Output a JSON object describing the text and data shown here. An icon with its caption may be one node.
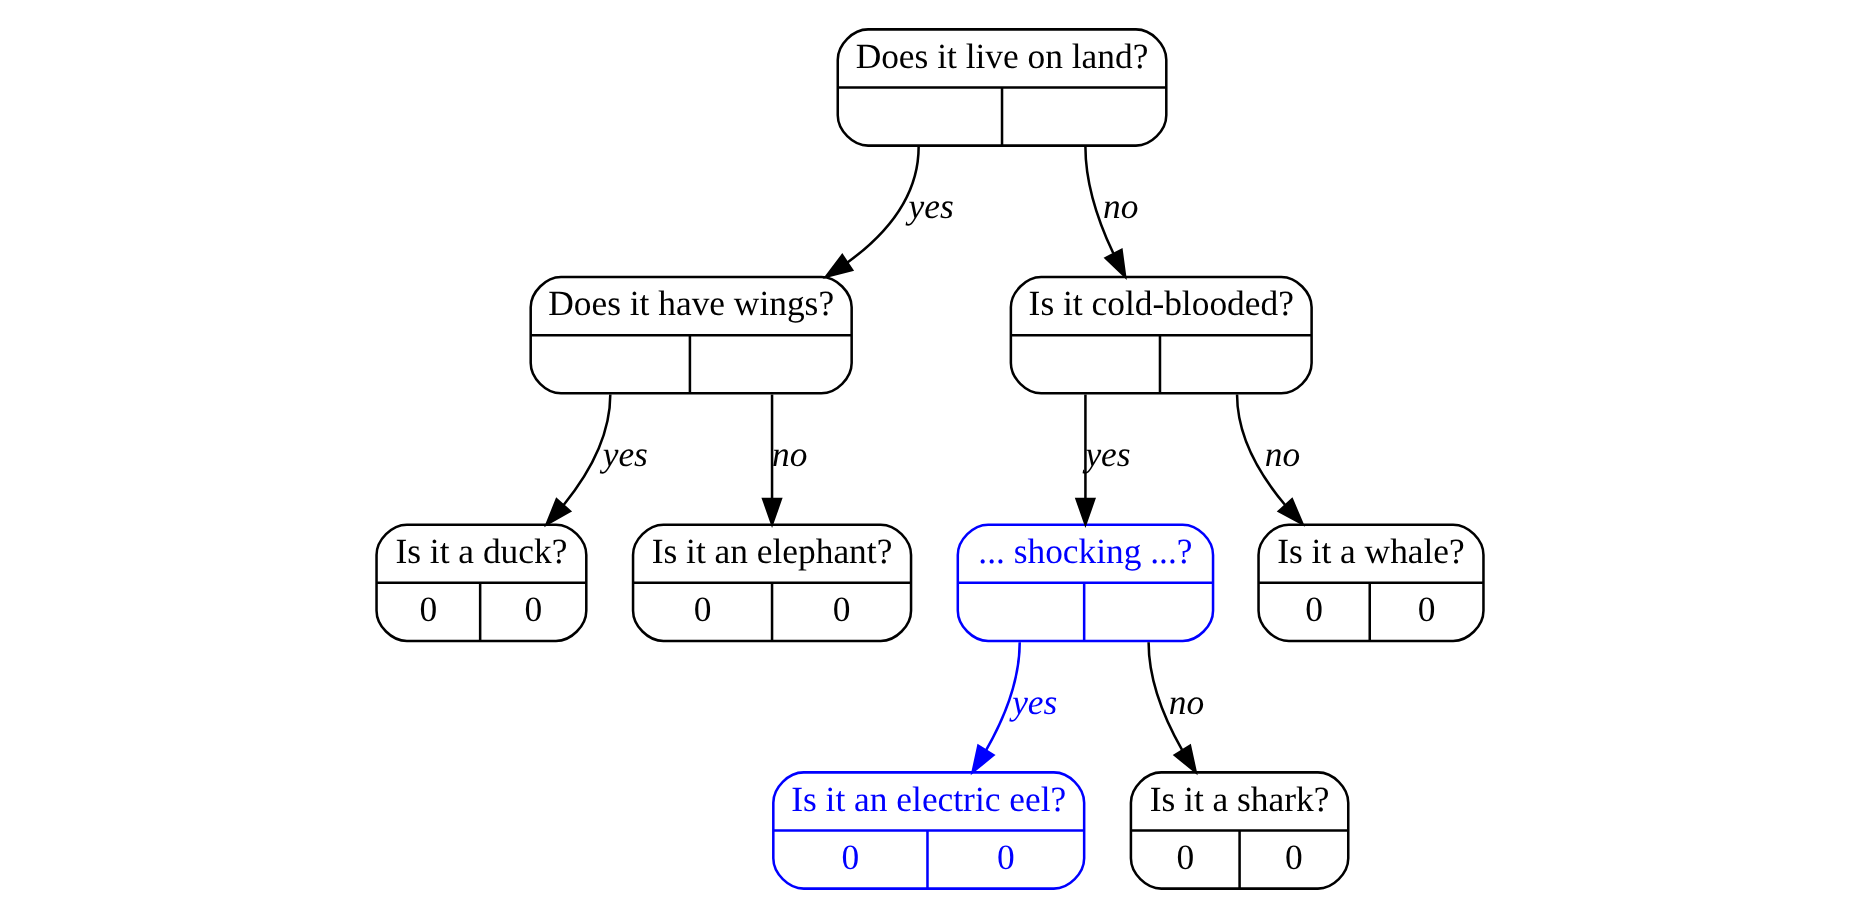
{
  "diagram": {
    "nodes": [
      {
        "text": [
          "Does it live on land?"
        ]
      },
      {
        "text": [
          "Does it have wings?"
        ]
      },
      {
        "text": [
          "Is it cold-blooded?"
        ]
      },
      {
        "text": [
          "Is it a duck?",
          "0",
          "0"
        ]
      },
      {
        "text": [
          "Is it an elephant?",
          "0",
          "0"
        ]
      },
      {
        "text": [
          "... shocking ...?"
        ]
      },
      {
        "text": [
          "Is it a whale?",
          "0",
          "0"
        ]
      },
      {
        "text": [
          "Is it an electric eel?",
          "0",
          "0"
        ]
      },
      {
        "text": [
          "Is it a shark?",
          "0",
          "0"
        ]
      }
    ],
    "edges": [
      {
        "from": 0,
        "to": 1,
        "arrow": "to",
        "label": "yes"
      },
      {
        "from": 0,
        "to": 2,
        "arrow": "to",
        "label": "no"
      },
      {
        "from": 1,
        "to": 3,
        "arrow": "to",
        "label": "yes"
      },
      {
        "from": 1,
        "to": 4,
        "arrow": "to",
        "label": "no"
      },
      {
        "from": 2,
        "to": 5,
        "arrow": "to",
        "label": "yes"
      },
      {
        "from": 2,
        "to": 6,
        "arrow": "to",
        "label": "no"
      },
      {
        "from": 5,
        "to": 7,
        "arrow": "to",
        "label": "yes",
        "color": "#0000ff"
      },
      {
        "from": 5,
        "to": 8,
        "arrow": "to",
        "label": "no"
      }
    ]
  }
}
